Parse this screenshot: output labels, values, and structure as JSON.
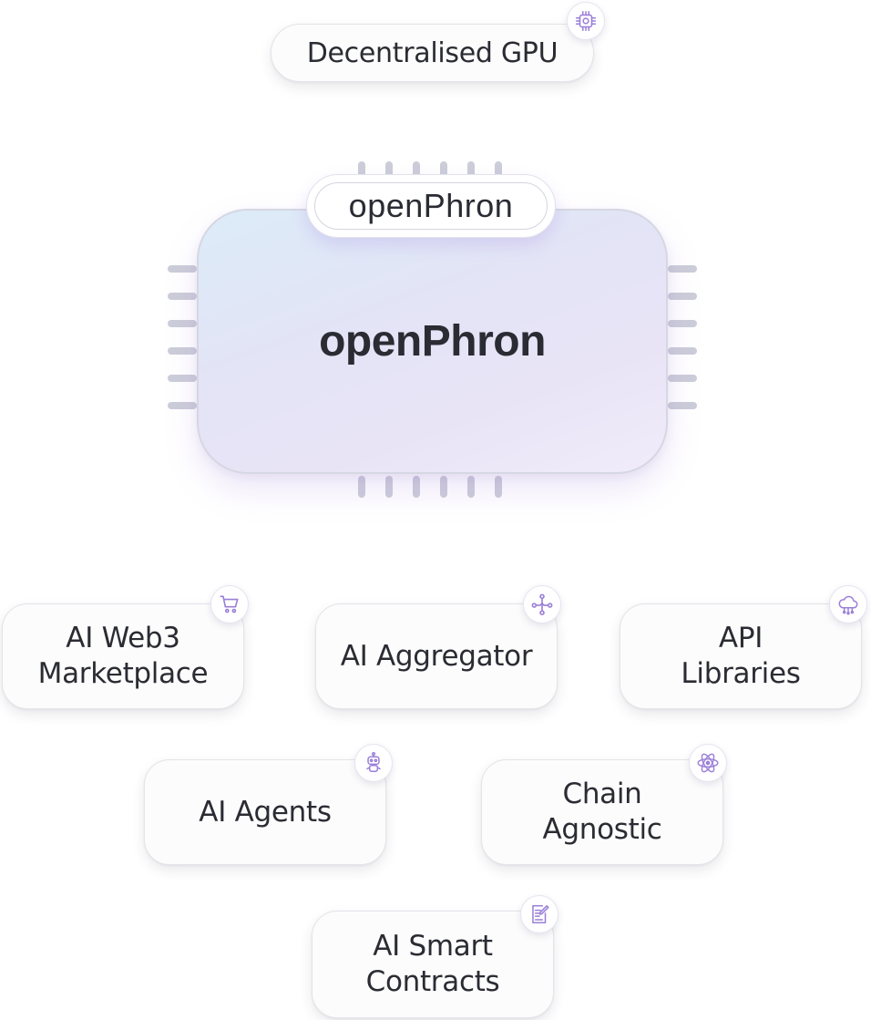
{
  "top_node": {
    "label": "Decentralised GPU",
    "icon": "chip-icon"
  },
  "center": {
    "logo_text": "openPhron",
    "title": "openPhron"
  },
  "features": [
    {
      "label": "AI Web3\nMarketplace",
      "icon": "cart-icon"
    },
    {
      "label": "AI Aggregator",
      "icon": "network-icon"
    },
    {
      "label": "API\nLibraries",
      "icon": "cloud-icon"
    },
    {
      "label": "AI Agents",
      "icon": "robot-icon"
    },
    {
      "label": "Chain\nAgnostic",
      "icon": "atom-icon"
    },
    {
      "label": "AI Smart\nContracts",
      "icon": "document-edit-icon"
    }
  ],
  "colors": {
    "icon_accent": "#9a7fd8",
    "pin": "#cccdd9",
    "text": "#2b2c33"
  }
}
